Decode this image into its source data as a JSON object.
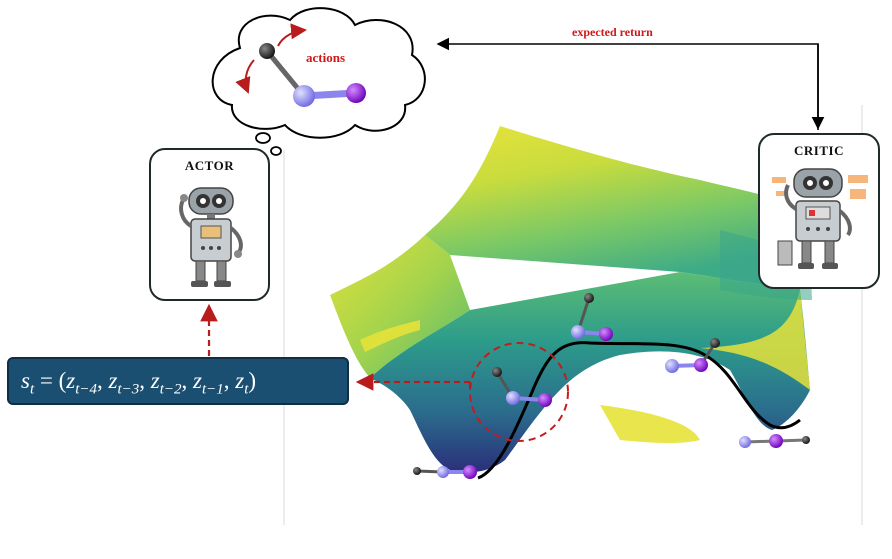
{
  "labels": {
    "actor": "ACTOR",
    "critic": "CRITIC",
    "actions": "actions",
    "expected_return": "expected return"
  },
  "state": {
    "s": "s",
    "s_sub": "t",
    "eq": " = (",
    "terms": [
      {
        "z": "z",
        "sub": "t−4"
      },
      {
        "z": "z",
        "sub": "t−3"
      },
      {
        "z": "z",
        "sub": "t−2"
      },
      {
        "z": "z",
        "sub": "t−1"
      },
      {
        "z": "z",
        "sub": "t"
      }
    ],
    "close": ")"
  },
  "colors": {
    "arrow_red": "#b81c1c",
    "label_red": "#d01818",
    "state_box_bg": "#1b4f72",
    "atom_black": "#222222",
    "atom_blue": "#8a86ee",
    "atom_purple": "#8a14d6",
    "surface_yellow": "#e4e23a",
    "surface_green": "#3fa88a",
    "surface_blue": "#2b3a86"
  },
  "icons": [
    "robot-actor-icon",
    "robot-critic-icon",
    "thought-cloud-icon",
    "molecule-icon"
  ]
}
